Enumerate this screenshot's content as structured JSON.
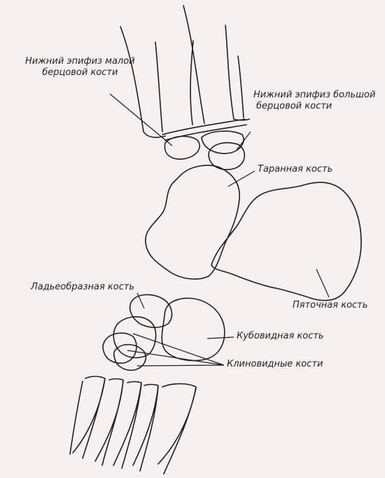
{
  "labels": {
    "fibula_epiphysis": {
      "line1": "Нижний эпифиз малой",
      "line2": "берцовой кости"
    },
    "tibia_epiphysis": {
      "line1": "Нижний эпифиз большой",
      "line2": "берцовой кости"
    },
    "talus": "Таранная кость",
    "calcaneus": "Пяточная кость",
    "navicular": "Ладьеобразная кость",
    "cuboid": "Кубовидная кость",
    "cuneiforms": "Клиновидные кости"
  }
}
